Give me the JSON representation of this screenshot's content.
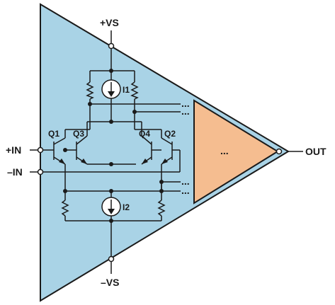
{
  "labels": {
    "vs_pos": "+VS",
    "vs_neg": "–VS",
    "in_pos": "+IN",
    "in_neg": "–IN",
    "out": "OUT",
    "q1": "Q1",
    "q2": "Q2",
    "q3": "Q3",
    "q4": "Q4",
    "i1": "I1",
    "i2": "I2",
    "inner_block": "...",
    "ellipsis": "..."
  },
  "colors": {
    "triangle_fill": "#a9d3e6",
    "inner_fill": "#f5bd90",
    "wire": "#1a1a1a"
  }
}
